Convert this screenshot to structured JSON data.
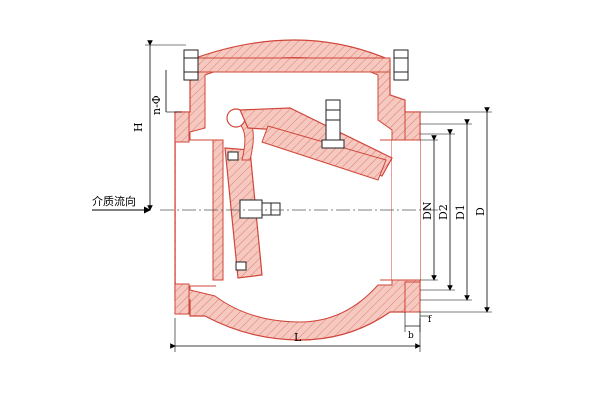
{
  "labels": {
    "flow": "介质流向",
    "H": "H",
    "n_phi": "n-Φ",
    "L": "L",
    "DN": "DN",
    "D2": "D2",
    "D1": "D1",
    "D": "D",
    "b": "b",
    "f": "f"
  },
  "colors": {
    "section_fill": "#f6c9c0",
    "section_stroke": "#d0463a",
    "metal_stroke": "#222222",
    "dimension_line": "#000000",
    "center_line": "#555555"
  }
}
